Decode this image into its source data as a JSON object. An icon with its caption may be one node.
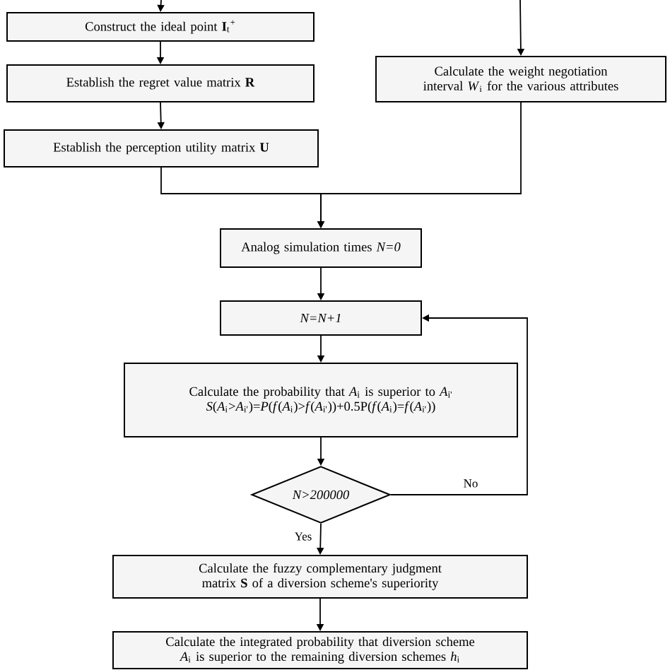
{
  "diagram": {
    "nodes": [
      {
        "text": [
          "Construct the ideal point **I**$_{t}$$^{+}$"
        ]
      },
      {
        "text": [
          "Establish the regret value matrix **R**"
        ]
      },
      {
        "text": [
          "Establish the perception utility matrix **U**"
        ]
      },
      {
        "text": [
          "Calculate the weight negotiation interval *W*$_{i}$ for the various attributes"
        ]
      },
      {
        "text": [
          "Analog simulation times *N=0*"
        ]
      },
      {
        "text": [
          "*N=N+1*"
        ]
      },
      {
        "text": [
          "Calculate the probability that *A*$_{i}$ is superior to *A*$_{i'}$",
          "*S*(*A*$_{i}$>*A*$_{i'}$)=*P*(*f*(*A*$_{i}$)>*f*(*A*$_{i'}$))+0.5P(*f*(*A*$_{i}$)=*f*(*A*$_{i'}$))"
        ]
      },
      {
        "text": [
          "*N>200000*"
        ]
      },
      {
        "text": [
          "Calculate the fuzzy complementary judgment matrix **S** of a diversion scheme's superiority"
        ]
      },
      {
        "text": [
          "Calculate the integrated probability that diversion scheme *A*$_{i}$ is superior to the remaining diversion schemes *h*$_{i}$"
        ]
      }
    ],
    "edges": [
      {
        "from": null,
        "to": 0,
        "arrow": "to"
      },
      {
        "from": 0,
        "to": 1,
        "arrow": "to"
      },
      {
        "from": 1,
        "to": 2,
        "arrow": "to"
      },
      {
        "from": null,
        "to": 3,
        "arrow": "to"
      },
      {
        "from": 2,
        "to": 4,
        "arrow": "to"
      },
      {
        "from": 3,
        "to": 4,
        "arrow": "to"
      },
      {
        "from": 4,
        "to": 5,
        "arrow": "to"
      },
      {
        "from": 5,
        "to": 6,
        "arrow": "to"
      },
      {
        "from": 6,
        "to": 7,
        "arrow": "to"
      },
      {
        "from": 7,
        "to": 5,
        "arrow": "to",
        "label": "No"
      },
      {
        "from": 7,
        "to": 8,
        "arrow": "to",
        "label": "Yes"
      },
      {
        "from": 8,
        "to": 9,
        "arrow": "to"
      }
    ]
  }
}
